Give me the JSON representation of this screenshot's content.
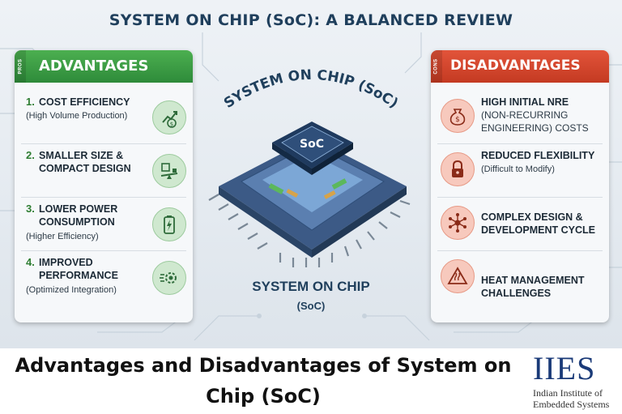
{
  "title": "SYSTEM ON CHIP (SoC): A BALANCED REVIEW",
  "pros": {
    "tag": "PROS",
    "title": "ADVANTAGES",
    "items": [
      {
        "num": "1.",
        "head": "COST EFFICIENCY",
        "sub": "(High Volume Production)",
        "icon": "money-growth-icon"
      },
      {
        "num": "2.",
        "head": "SMALLER SIZE & COMPACT DESIGN",
        "sub": "",
        "icon": "chip-scale-icon"
      },
      {
        "num": "3.",
        "head": "LOWER POWER CONSUMPTION",
        "sub": "(Higher Efficiency)",
        "icon": "battery-icon"
      },
      {
        "num": "4.",
        "head": "IMPROVED PERFORMANCE",
        "sub": "(Optimized Integration)",
        "icon": "gear-speed-icon"
      }
    ]
  },
  "cons": {
    "tag": "CONS",
    "title": "DISADVANTAGES",
    "items": [
      {
        "head": "HIGH INITIAL NRE",
        "sub": "(NON-RECURRING ENGINEERING) COSTS",
        "icon": "money-bag-icon"
      },
      {
        "head": "REDUCED FLEXIBILITY",
        "sub": "(Difficult to Modify)",
        "icon": "lock-icon"
      },
      {
        "head": "COMPLEX DESIGN & DEVELOPMENT CYCLE",
        "sub": "",
        "icon": "network-icon"
      },
      {
        "head": "HEAT MANAGEMENT CHALLENGES",
        "sub": "",
        "icon": "warning-heat-icon"
      }
    ]
  },
  "chip": {
    "arc_title": "SYSTEM ON CHIP (SoC)",
    "die_label": "SoC",
    "bottom_label": "SYSTEM ON CHIP",
    "bottom_sub": "(SoC)"
  },
  "caption": "Advantages and Disadvantages of System on Chip (SoC)",
  "logo": {
    "mark": "IIES",
    "line1": "Indian Institute of",
    "line2": "Embedded Systems"
  }
}
